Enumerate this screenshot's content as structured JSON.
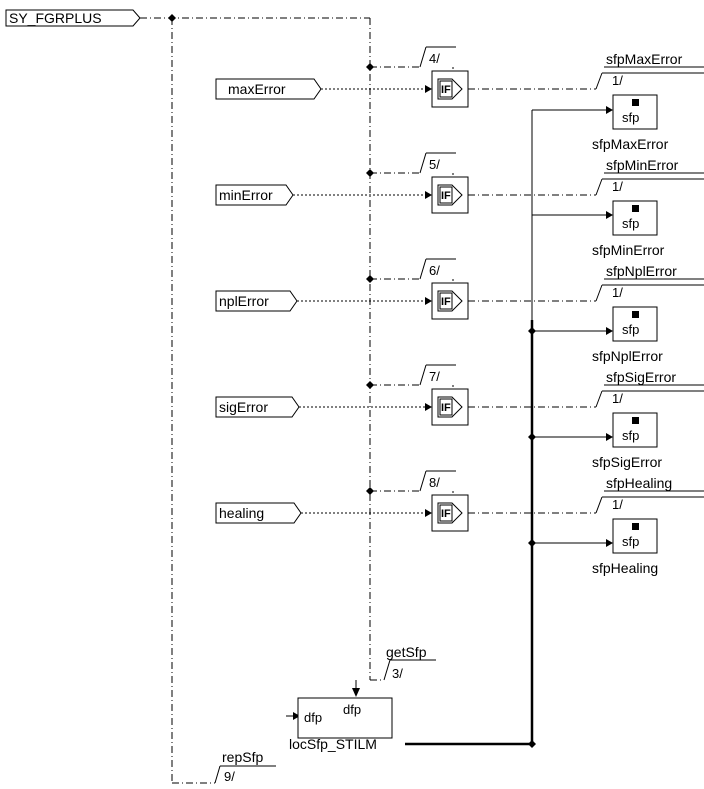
{
  "diagram": {
    "trigger_label": "SY_FGRPLUS",
    "rows": [
      {
        "input": "maxError",
        "seq": "4/",
        "out_name": "sfpMaxError",
        "out_seq": "1/",
        "block_label": "sfp",
        "block_caption": "sfpMaxError"
      },
      {
        "input": "minError",
        "seq": "5/",
        "out_name": "sfpMinError",
        "out_seq": "1/",
        "block_label": "sfp",
        "block_caption": "sfpMinError"
      },
      {
        "input": "nplError",
        "seq": "6/",
        "out_name": "sfpNplError",
        "out_seq": "1/",
        "block_label": "sfp",
        "block_caption": "sfpNplError"
      },
      {
        "input": "sigError",
        "seq": "7/",
        "out_name": "sfpSigError",
        "out_seq": "1/",
        "block_label": "sfp",
        "block_caption": "sfpSigError"
      },
      {
        "input": "healing",
        "seq": "8/",
        "out_name": "sfpHealing",
        "out_seq": "1/",
        "block_label": "sfp",
        "block_caption": "sfpHealing"
      }
    ],
    "if_label": "IF",
    "get_sfp": {
      "name": "getSfp",
      "seq": "3/"
    },
    "loc_block": {
      "in_label": "dfp",
      "top_label": "dfp",
      "caption": "locSfp_STILM"
    },
    "rep_sfp": {
      "name": "repSfp",
      "seq": "9/"
    },
    "icons": {
      "if_block": "if-condition-icon",
      "sfp_marker": "filled-square-icon"
    }
  }
}
